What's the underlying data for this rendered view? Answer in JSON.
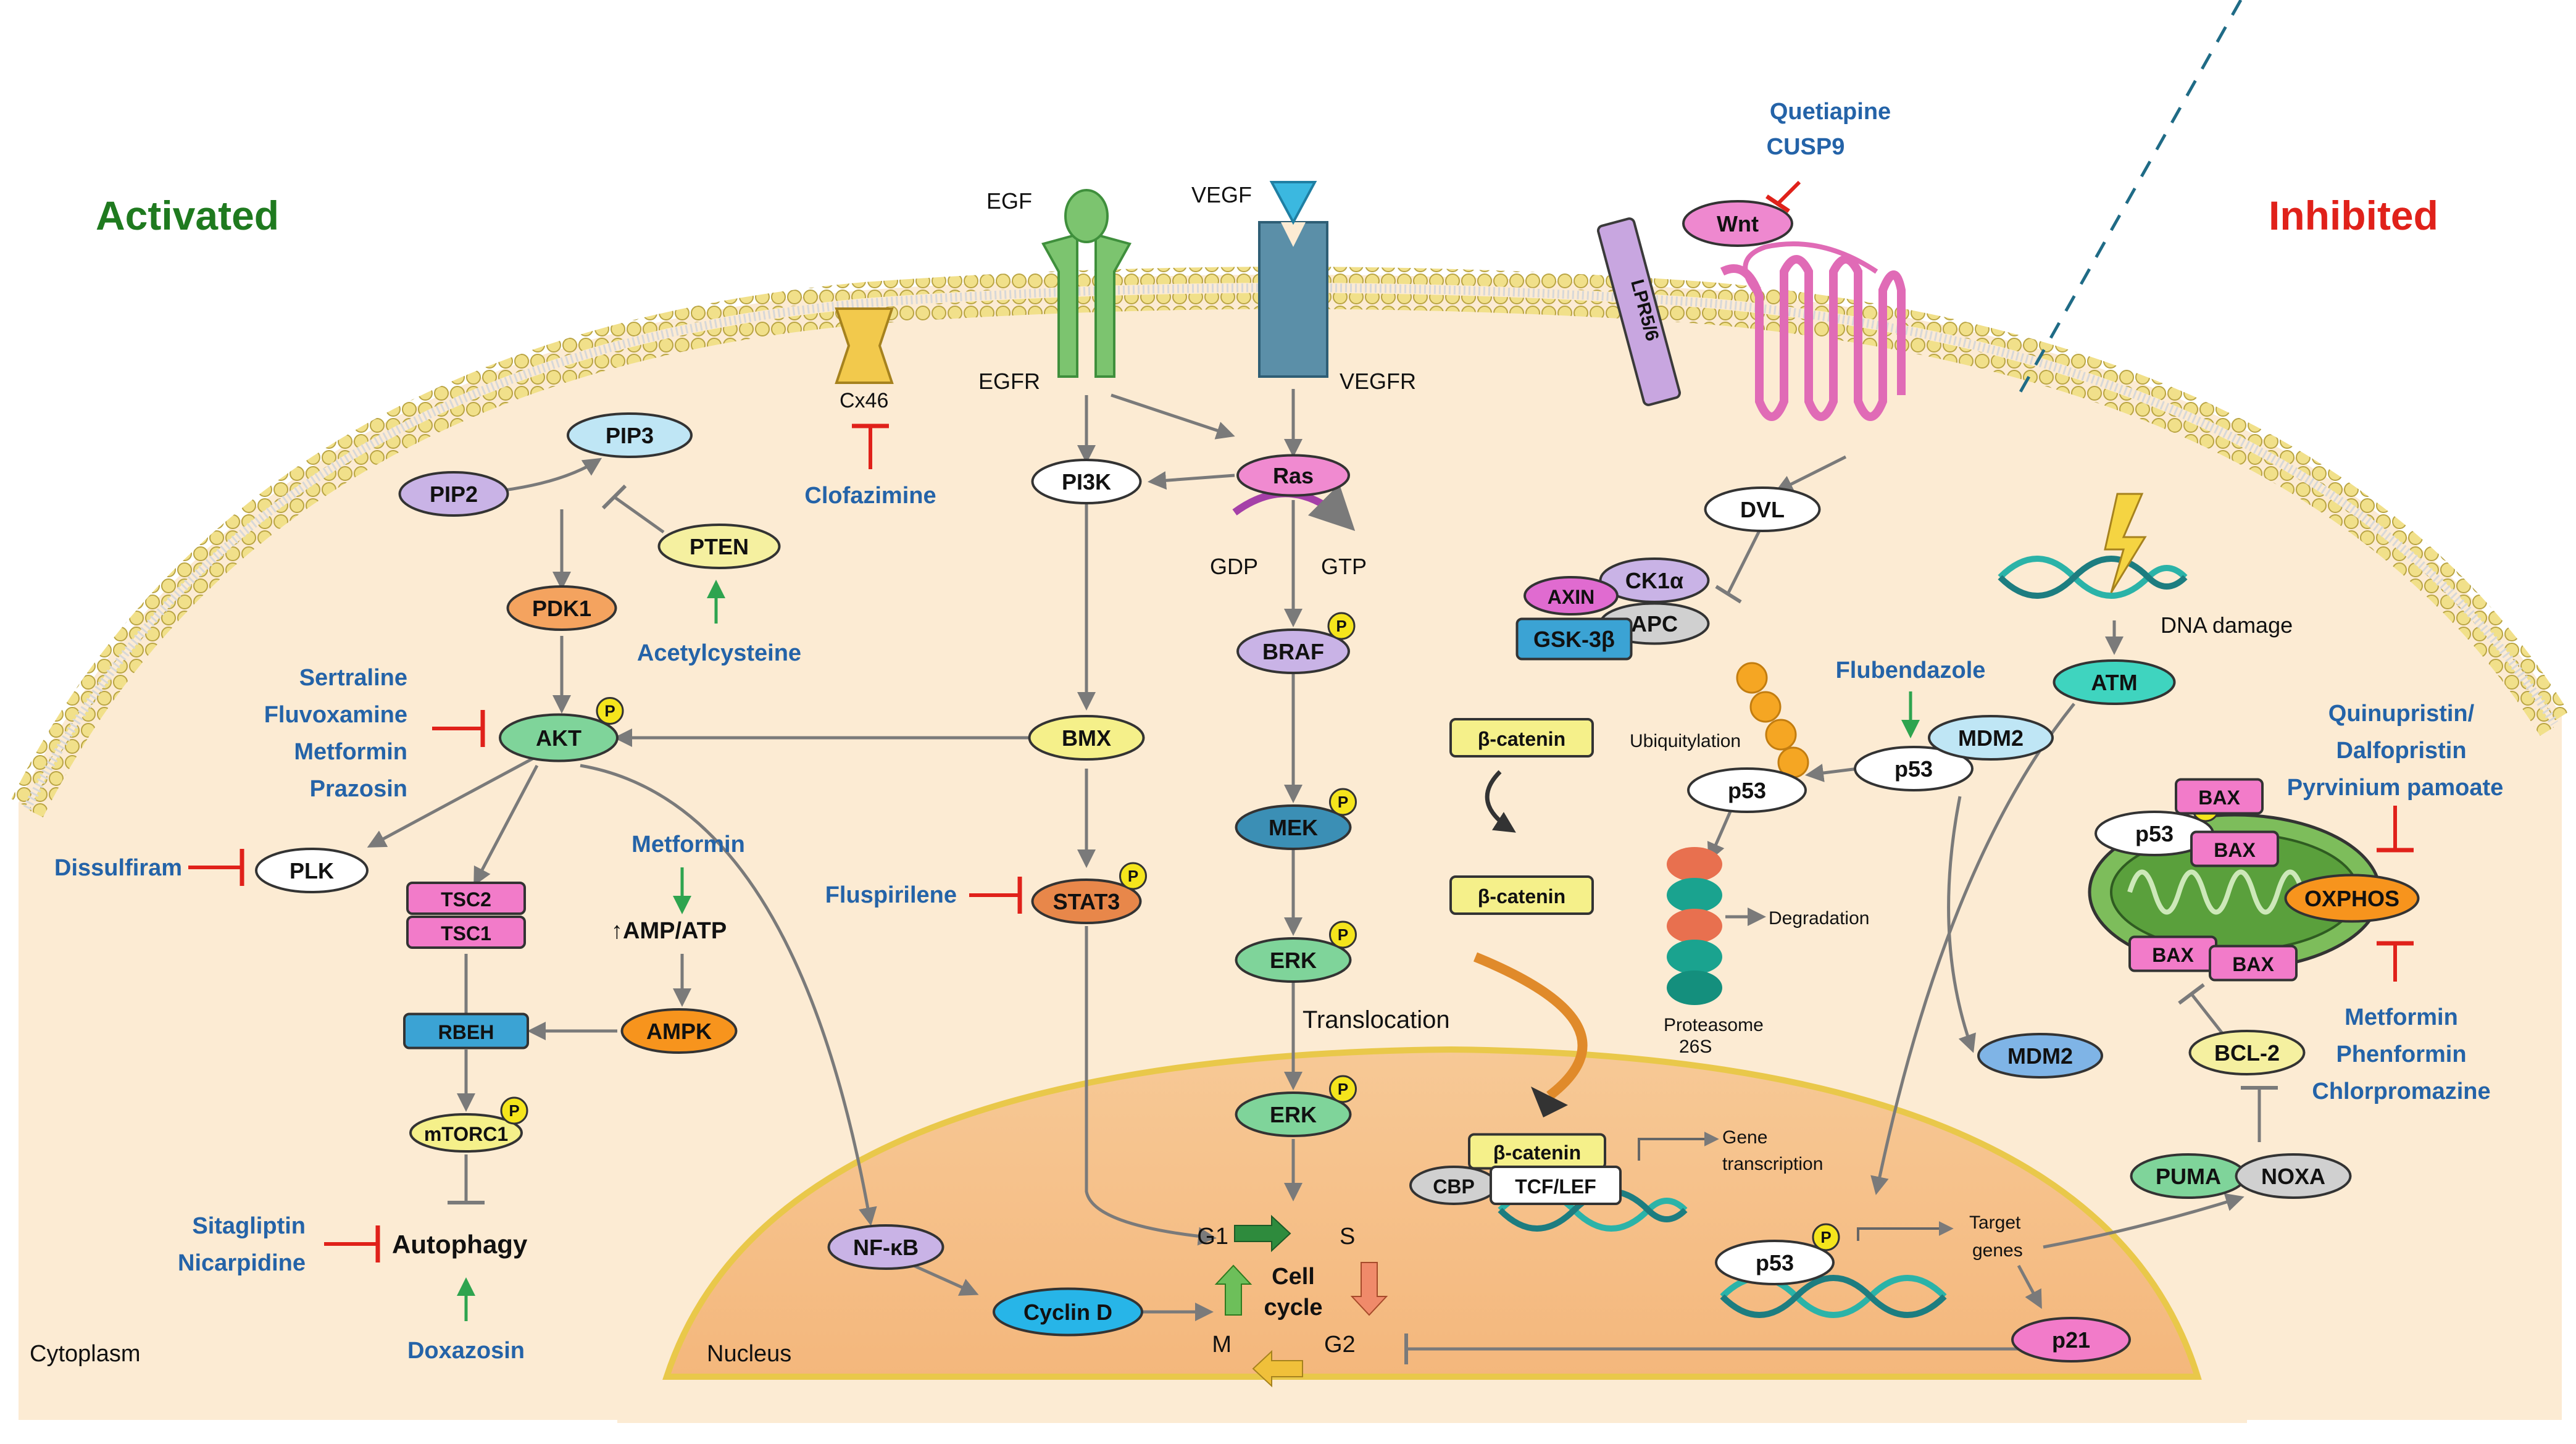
{
  "regions": {
    "activated": "Activated",
    "inhibited": "Inhibited",
    "cytoplasm": "Cytoplasm",
    "nucleus": "Nucleus"
  },
  "colors": {
    "activated": "#1f7a1f",
    "inhibited": "#e0211a",
    "drug": "#2463a8",
    "cytoplasm": "#fcebd3",
    "nucleus": "#f7c28f",
    "arrow": "#7a7a7a"
  },
  "receptors": {
    "egf": "EGF",
    "egfr": "EGFR",
    "vegf": "VEGF",
    "vegfr": "VEGFR",
    "cx46": "Cx46",
    "wnt": "Wnt",
    "lpr": "LPR5/6"
  },
  "nodes": {
    "pip3": "PIP3",
    "pip2": "PIP2",
    "pten": "PTEN",
    "pdk1": "PDK1",
    "akt": "AKT",
    "plk": "PLK",
    "tsc2": "TSC2",
    "tsc1": "TSC1",
    "amp_atp": "AMP/ATP",
    "rbeh": "RBEH",
    "ampk": "AMPK",
    "mtorc1": "mTORC1",
    "autophagy": "Autophagy",
    "pi3k": "PI3K",
    "ras": "Ras",
    "gdp": "GDP",
    "gtp": "GTP",
    "braf": "BRAF",
    "bmx": "BMX",
    "mek": "MEK",
    "stat3": "STAT3",
    "erk": "ERK",
    "translocation": "Translocation",
    "erk_nuc": "ERK",
    "nfkb": "NF-κB",
    "cyclin_d": "Cyclin D",
    "dvl": "DVL",
    "axin": "AXIN",
    "ck1a": "CK1α",
    "apc": "APC",
    "gsk3b": "GSK-3β",
    "beta_catenin_1": "β-catenin",
    "beta_catenin_2": "β-catenin",
    "beta_catenin_nuc": "β-catenin",
    "cbp": "CBP",
    "tcf_lef": "TCF/LEF",
    "gene_transcription": "Gene transcription",
    "ubiquitylation": "Ubiquitylation",
    "p53_ub": "p53",
    "p53_mdm2": "p53",
    "mdm2_top": "MDM2",
    "mdm2_free": "MDM2",
    "degradation": "Degradation",
    "proteasome": "Proteasome 26S",
    "dna_damage": "DNA damage",
    "atm": "ATM",
    "p53_nuc": "p53",
    "target_genes": "Target genes",
    "p21": "p21",
    "p53_mito": "p53",
    "bax": "BAX",
    "oxphos": "OXPHOS",
    "bcl2": "BCL-2",
    "puma": "PUMA",
    "noxa": "NOXA",
    "p": "P"
  },
  "cell_cycle": {
    "title": "Cell cycle",
    "g1": "G1",
    "s": "S",
    "g2": "G2",
    "m": "M"
  },
  "drugs": {
    "wnt_inhibitors": [
      "Quetiapine",
      "CUSP9"
    ],
    "cx46_inhibitor": "Clofazimine",
    "pten_activator": "Acetylcysteine",
    "akt_inhibitors": [
      "Sertraline",
      "Fluvoxamine",
      "Metformin",
      "Prazosin"
    ],
    "plk_inhibitor": "Dissulfiram",
    "ampk_activator": "Metformin",
    "stat3_inhibitor": "Fluspirilene",
    "autophagy_inhibitors": [
      "Sitagliptin",
      "Nicarpidine"
    ],
    "autophagy_activator": "Doxazosin",
    "p53_activator": "Flubendazole",
    "oxphos_inhibitors_top": [
      "Quinupristin/",
      "Dalfopristin",
      "Pyrvinium pamoate"
    ],
    "oxphos_inhibitors_bottom": [
      "Metformin",
      "Phenformin",
      "Chlorpromazine"
    ]
  }
}
